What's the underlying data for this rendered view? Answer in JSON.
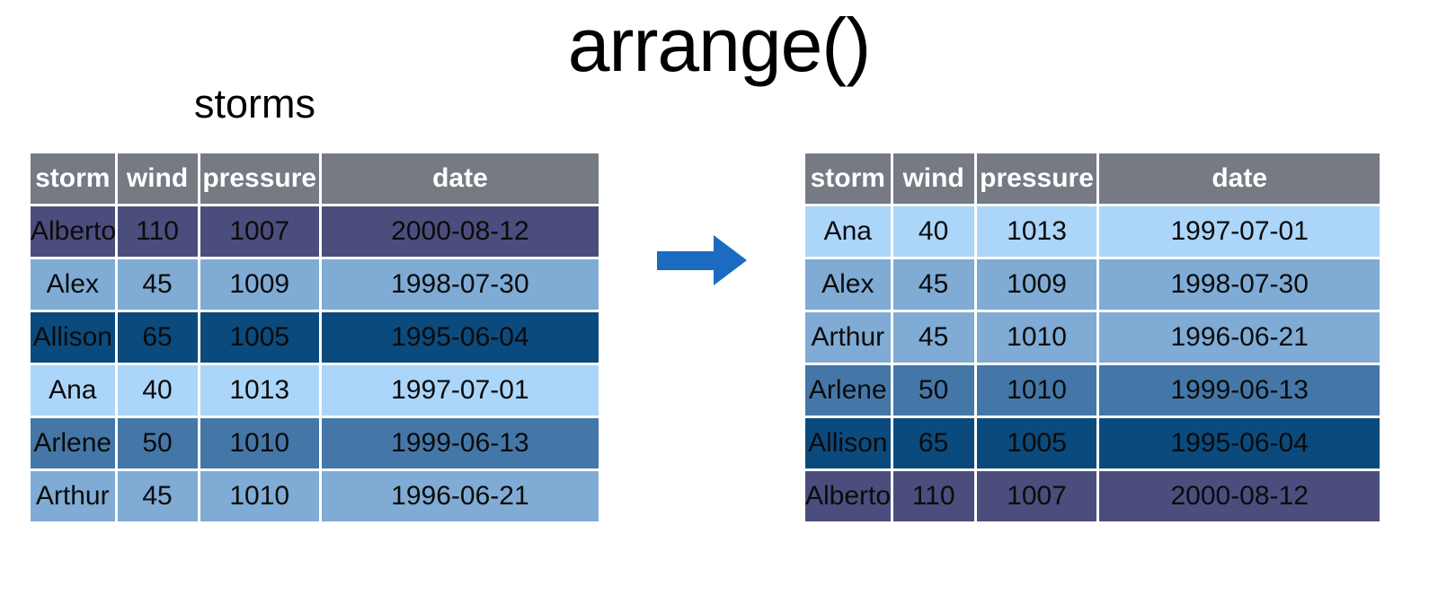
{
  "title": "arrange()",
  "source_label": "storms",
  "columns": [
    "storm",
    "wind",
    "pressure",
    "date"
  ],
  "colors": {
    "header_bg": "#757a83",
    "header_text": "#ffffff",
    "cell_text": "#0b0b0b",
    "arrow": "#1b6bc0",
    "row_colors": {
      "Alberto": "#4b4e7d",
      "Alex": "#7fabd4",
      "Allison": "#0b4a7d",
      "Ana": "#acd5fa",
      "Arlene": "#4477a7",
      "Arthur": "#7fabd4"
    }
  },
  "left_table": {
    "name": "storms",
    "rows": [
      {
        "storm": "Alberto",
        "wind": "110",
        "pressure": "1007",
        "date": "2000-08-12"
      },
      {
        "storm": "Alex",
        "wind": "45",
        "pressure": "1009",
        "date": "1998-07-30"
      },
      {
        "storm": "Allison",
        "wind": "65",
        "pressure": "1005",
        "date": "1995-06-04"
      },
      {
        "storm": "Ana",
        "wind": "40",
        "pressure": "1013",
        "date": "1997-07-01"
      },
      {
        "storm": "Arlene",
        "wind": "50",
        "pressure": "1010",
        "date": "1999-06-13"
      },
      {
        "storm": "Arthur",
        "wind": "45",
        "pressure": "1010",
        "date": "1996-06-21"
      }
    ]
  },
  "right_table": {
    "rows": [
      {
        "storm": "Ana",
        "wind": "40",
        "pressure": "1013",
        "date": "1997-07-01"
      },
      {
        "storm": "Alex",
        "wind": "45",
        "pressure": "1009",
        "date": "1998-07-30"
      },
      {
        "storm": "Arthur",
        "wind": "45",
        "pressure": "1010",
        "date": "1996-06-21"
      },
      {
        "storm": "Arlene",
        "wind": "50",
        "pressure": "1010",
        "date": "1999-06-13"
      },
      {
        "storm": "Allison",
        "wind": "65",
        "pressure": "1005",
        "date": "1995-06-04"
      },
      {
        "storm": "Alberto",
        "wind": "110",
        "pressure": "1007",
        "date": "2000-08-12"
      }
    ]
  }
}
